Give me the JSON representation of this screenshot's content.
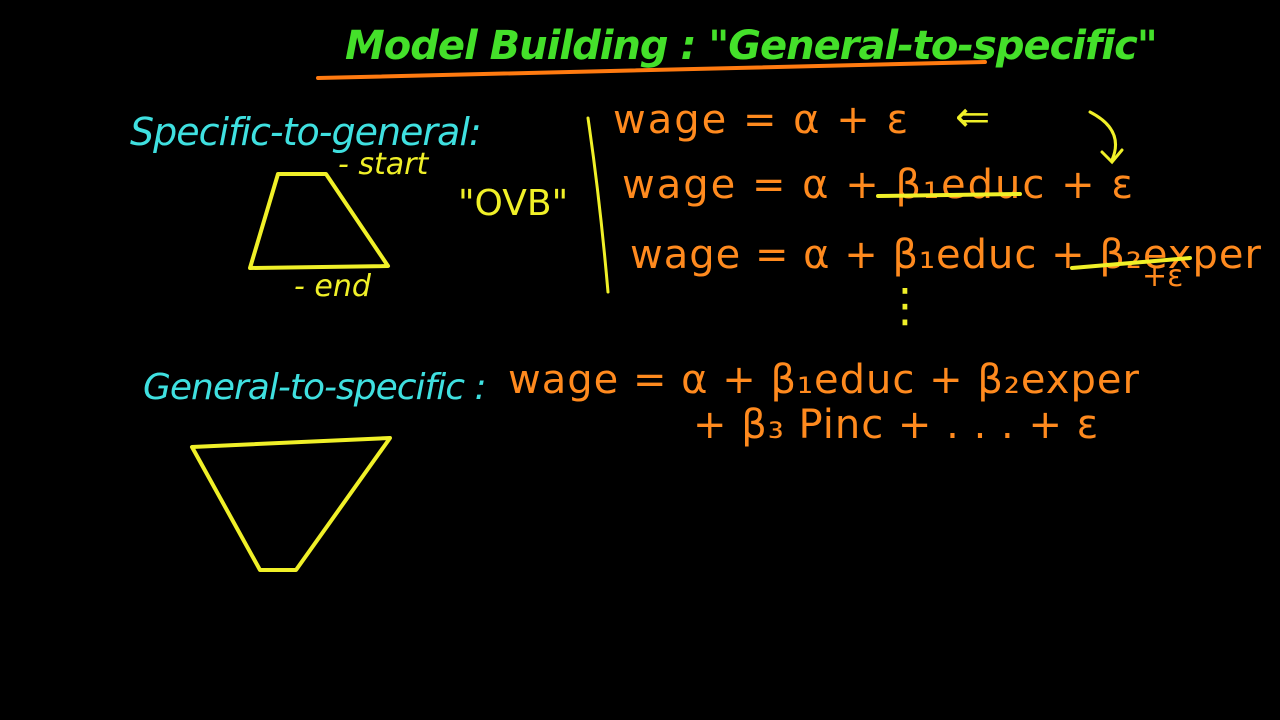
{
  "title": "Model Building : \"General-to-specific\"",
  "colors": {
    "background": "#000000",
    "title": "#44e02a",
    "heading": "#3fe0e0",
    "shape": "#f0f028",
    "equation": "#ff8a1e",
    "underline": "#ff7a10"
  },
  "specific_section": {
    "heading": "Specific-to-general:",
    "start_label": "- start",
    "end_label": "- end",
    "ovb_label": "\"OVB\""
  },
  "equations": {
    "eq1": "wage = α + ε",
    "eq1_arrow": "⇐",
    "eq2": "wage = α + β₁educ + ε",
    "eq3": "wage = α + β₁educ + β₂exper",
    "eq3_cont": "+ε",
    "ellipsis": "⋮"
  },
  "general_section": {
    "heading": "General-to-specific :",
    "eq_line1": "wage = α + β₁educ + β₂exper",
    "eq_line2": "+ β₃ Pinc + . . . + ε"
  }
}
